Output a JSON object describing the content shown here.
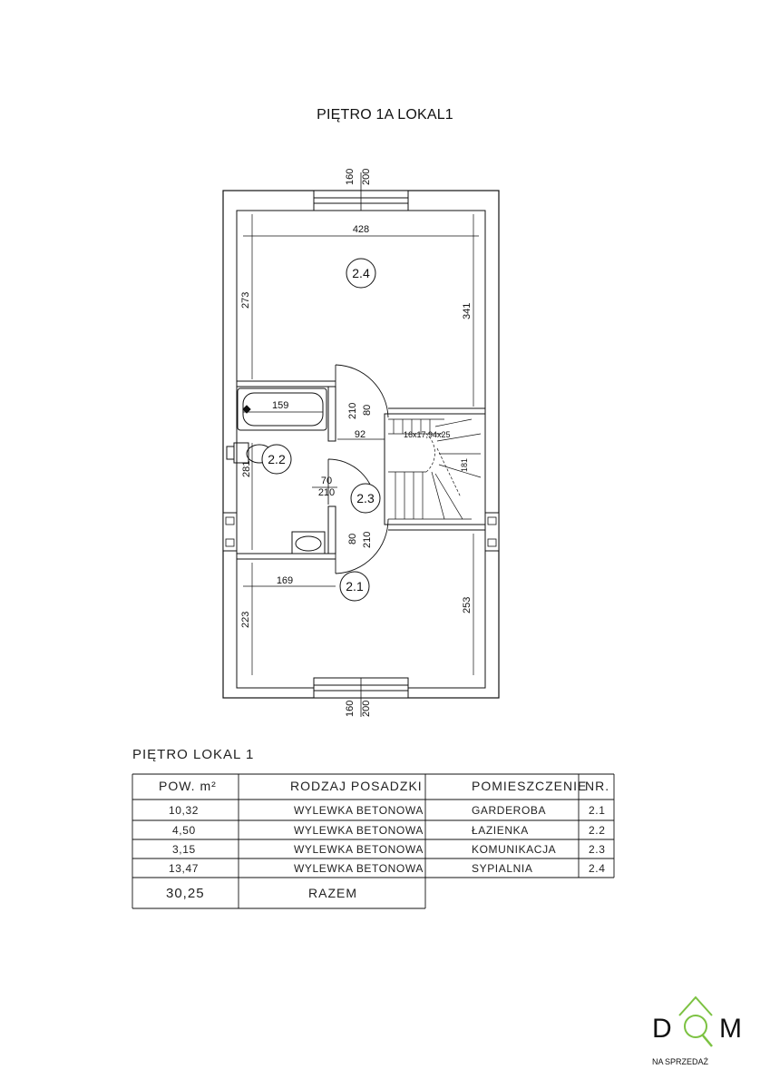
{
  "title": "PIĘTRO 1A LOKAL1",
  "plan": {
    "dims": {
      "win_top_a": "160",
      "win_top_b": "200",
      "w428": "428",
      "h273": "273",
      "h341": "341",
      "w159": "159",
      "d210a": "210",
      "d80a": "80",
      "w92": "92",
      "stairs": "16x17,94x25",
      "h281": "281",
      "h181": "181",
      "d70": "70",
      "d210b": "210",
      "d80b": "80",
      "d210c": "210",
      "w169": "169",
      "h223": "223",
      "h253": "253",
      "win_bot_a": "160",
      "win_bot_b": "200"
    },
    "rooms": {
      "r24": "2.4",
      "r22": "2.2",
      "r23": "2.3",
      "r21": "2.1"
    }
  },
  "table": {
    "caption": "PIĘTRO LOKAL 1",
    "headers": {
      "pow": "POW. m²",
      "rodzaj": "RODZAJ POSADZKI",
      "pomieszczenie": "POMIESZCZENIE",
      "nr": "NR."
    },
    "rows": [
      {
        "pow": "10,32",
        "rodzaj": "WYLEWKA BETONOWA",
        "pom": "GARDEROBA",
        "nr": "2.1"
      },
      {
        "pow": "4,50",
        "rodzaj": "WYLEWKA BETONOWA",
        "pom": "ŁAZIENKA",
        "nr": "2.2"
      },
      {
        "pow": "3,15",
        "rodzaj": "WYLEWKA BETONOWA",
        "pom": "KOMUNIKACJA",
        "nr": "2.3"
      },
      {
        "pow": "13,47",
        "rodzaj": "WYLEWKA BETONOWA",
        "pom": "SYPIALNIA",
        "nr": "2.4"
      }
    ],
    "total": {
      "pow": "30,25",
      "label": "RAZEM"
    }
  },
  "logo": {
    "text_main": "D M",
    "text_sub_a": "NA",
    "text_sub_b": "SPRZEDAŻ",
    "color": "#7cc242",
    "icon": "house-magnifier-icon"
  }
}
